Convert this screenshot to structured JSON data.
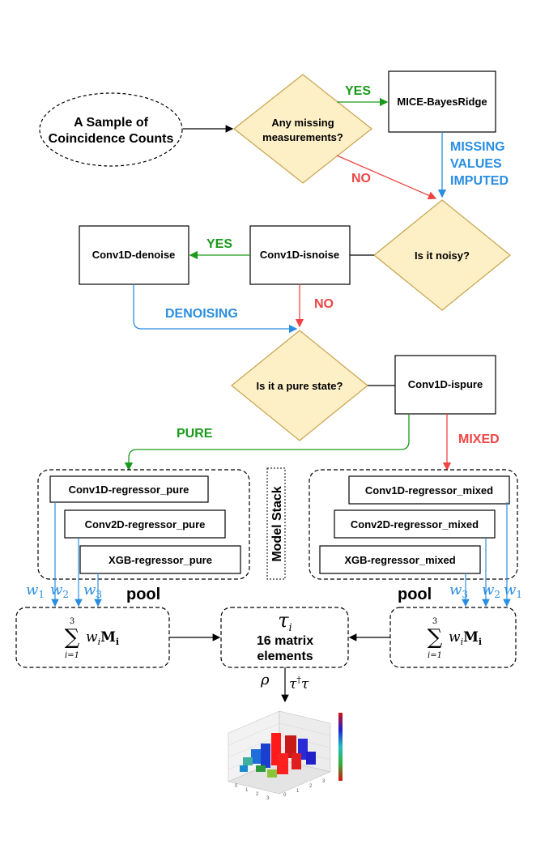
{
  "nodes": {
    "sample": "A Sample of",
    "sample2": "Coincidence Counts",
    "missing_q": "Any missing",
    "missing_q2": "measurements?",
    "mice": "MICE-BayesRidge",
    "noisy_q": "Is it noisy?",
    "isnoise": "Conv1D-isnoise",
    "denoise": "Conv1D-denoise",
    "pure_q": "Is it a pure state?",
    "ispure": "Conv1D-ispure",
    "reg_pure_1": "Conv1D-regressor_pure",
    "reg_pure_2": "Conv2D-regressor_pure",
    "reg_pure_3": "XGB-regressor_pure",
    "reg_mixed_1": "Conv1D-regressor_mixed",
    "reg_mixed_2": "Conv2D-regressor_mixed",
    "reg_mixed_3": "XGB-regressor_mixed",
    "model_stack": "Model Stack",
    "matrix_line1": "16 matrix",
    "matrix_line2": "elements"
  },
  "labels": {
    "yes1": "YES",
    "no1": "NO",
    "missing_imputed_1": "MISSING",
    "missing_imputed_2": "VALUES",
    "missing_imputed_3": "IMPUTED",
    "yes2": "YES",
    "no2": "NO",
    "denoising": "DENOISING",
    "pure": "PURE",
    "mixed": "MIXED",
    "pool_left": "pool",
    "pool_right": "pool",
    "w1": "w",
    "w2": "w",
    "w3": "w",
    "sub1": "1",
    "sub2": "2",
    "sub3": "3",
    "sum_top": "3",
    "sum_bottom": "i=1",
    "sum_term": "w",
    "sum_term_sub": "i",
    "sum_M": "M",
    "sum_M_sub": "i",
    "tau": "τ",
    "tau_sub": "i",
    "rho": "ρ",
    "tau_dag": "τ",
    "dagger": "†",
    "tau2": "τ"
  },
  "colors": {
    "green": "#1a9a1a",
    "red": "#ef4444",
    "blue": "#2a8ee0",
    "diamond_fill": "#fdefc6",
    "diamond_stroke": "#c9a24c"
  }
}
